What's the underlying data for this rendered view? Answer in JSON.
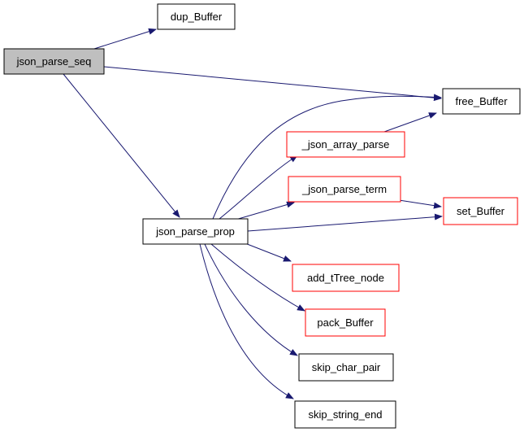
{
  "graph": {
    "nodes": [
      {
        "id": "json_parse_seq",
        "label": "json_parse_seq",
        "style": "root"
      },
      {
        "id": "dup_Buffer",
        "label": "dup_Buffer",
        "style": "normal"
      },
      {
        "id": "free_Buffer",
        "label": "free_Buffer",
        "style": "normal"
      },
      {
        "id": "json_parse_prop",
        "label": "json_parse_prop",
        "style": "normal"
      },
      {
        "id": "_json_array_parse",
        "label": "_json_array_parse",
        "style": "red"
      },
      {
        "id": "_json_parse_term",
        "label": "_json_parse_term",
        "style": "red"
      },
      {
        "id": "set_Buffer",
        "label": "set_Buffer",
        "style": "red"
      },
      {
        "id": "add_tTree_node",
        "label": "add_tTree_node",
        "style": "red"
      },
      {
        "id": "pack_Buffer",
        "label": "pack_Buffer",
        "style": "red"
      },
      {
        "id": "skip_char_pair",
        "label": "skip_char_pair",
        "style": "normal"
      },
      {
        "id": "skip_string_end",
        "label": "skip_string_end",
        "style": "normal"
      }
    ],
    "edges": [
      {
        "from": "json_parse_seq",
        "to": "dup_Buffer"
      },
      {
        "from": "json_parse_seq",
        "to": "free_Buffer"
      },
      {
        "from": "json_parse_seq",
        "to": "json_parse_prop"
      },
      {
        "from": "json_parse_prop",
        "to": "free_Buffer"
      },
      {
        "from": "json_parse_prop",
        "to": "_json_array_parse"
      },
      {
        "from": "json_parse_prop",
        "to": "_json_parse_term"
      },
      {
        "from": "json_parse_prop",
        "to": "set_Buffer"
      },
      {
        "from": "json_parse_prop",
        "to": "add_tTree_node"
      },
      {
        "from": "json_parse_prop",
        "to": "pack_Buffer"
      },
      {
        "from": "json_parse_prop",
        "to": "skip_char_pair"
      },
      {
        "from": "json_parse_prop",
        "to": "skip_string_end"
      },
      {
        "from": "_json_array_parse",
        "to": "free_Buffer"
      },
      {
        "from": "_json_parse_term",
        "to": "set_Buffer"
      }
    ]
  },
  "colors": {
    "root_fill": "#bfbfbf",
    "normal_stroke": "#000000",
    "red_stroke": "#ff0000",
    "edge": "#191970"
  }
}
